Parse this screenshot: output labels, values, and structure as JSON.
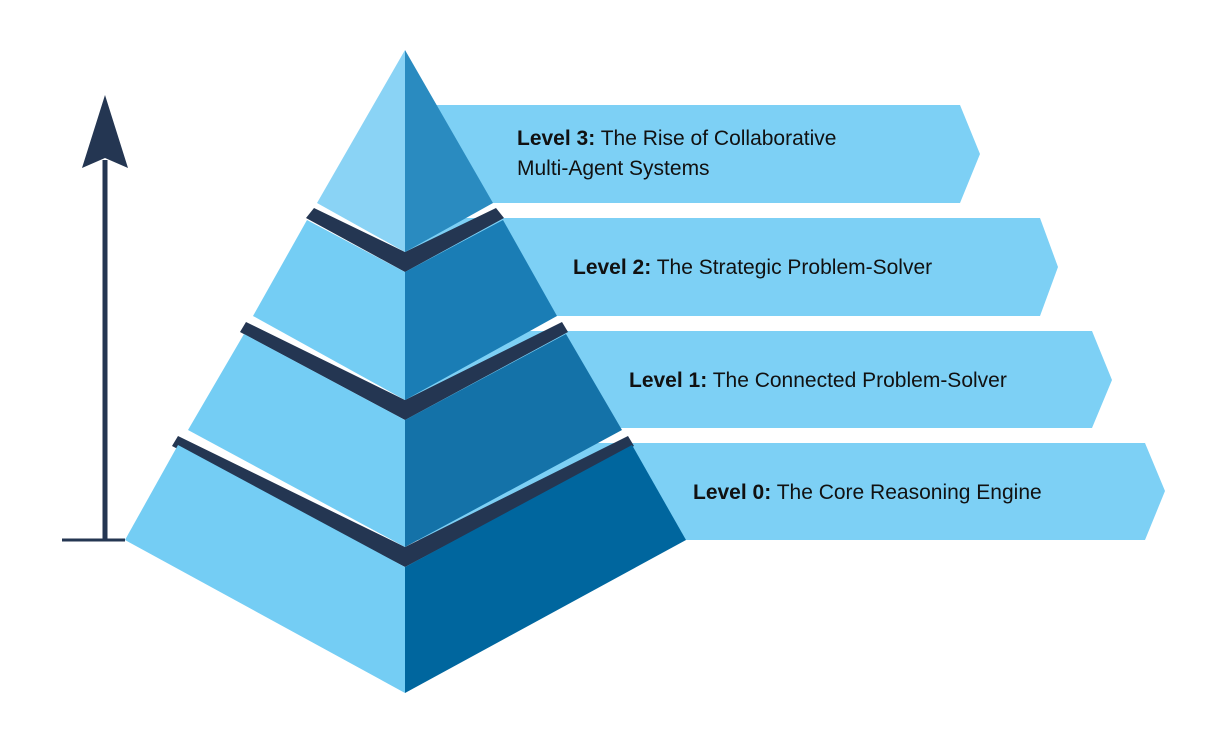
{
  "levels": [
    {
      "label": "Level 0:",
      "text": "The Core Reasoning Engine"
    },
    {
      "label": "Level 1:",
      "text": "The Connected Problem-Solver"
    },
    {
      "label": "Level 2:",
      "text": "The Strategic Problem-Solver"
    },
    {
      "label": "Level 3:",
      "text": "The Rise of Collaborative",
      "text_line2": "Multi-Agent Systems"
    }
  ],
  "colors": {
    "banner": "#7dd0f5",
    "band": "#243652",
    "left_face": "#74cdf4",
    "top_left_face": "#8ad3f5",
    "right_faces": [
      "#00669e",
      "#1472a8",
      "#1a7db5",
      "#2a8bc0"
    ],
    "arrow": "#243652"
  }
}
